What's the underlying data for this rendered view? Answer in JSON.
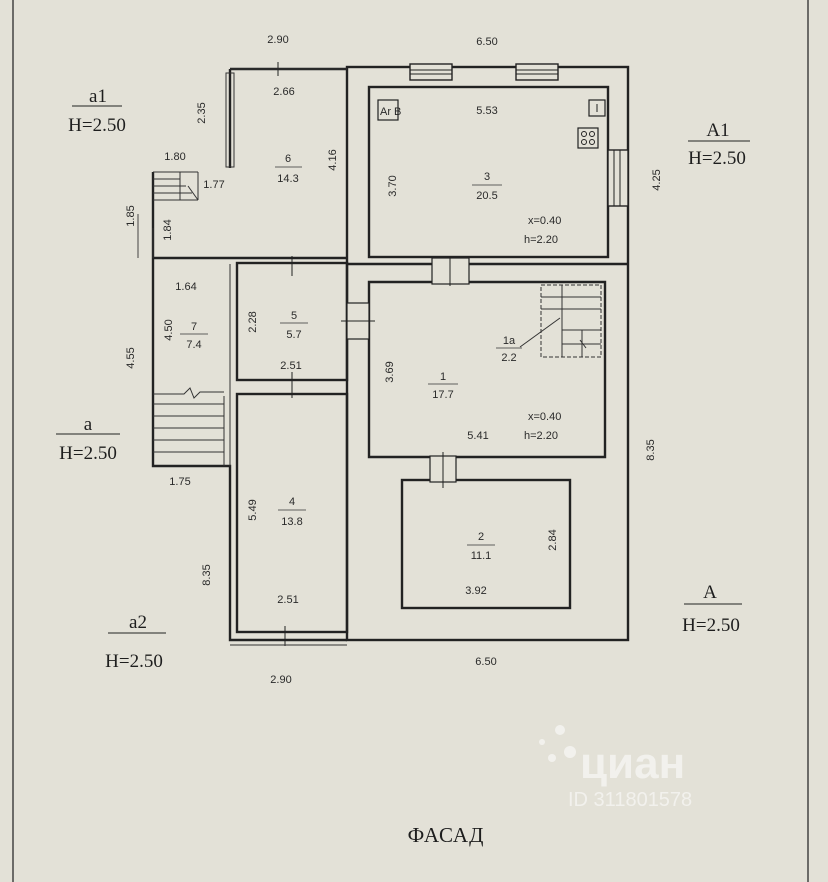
{
  "sheet_title": "ФАСАД",
  "watermark": {
    "brand": "циан",
    "id": "ID 311801578"
  },
  "room_tags": [
    {
      "number": "6",
      "area": "14.3"
    },
    {
      "number": "3",
      "area": "20.5"
    },
    {
      "number": "5",
      "area": "5.7"
    },
    {
      "number": "7",
      "area": "7.4"
    },
    {
      "number": "1a",
      "area": "2.2"
    },
    {
      "number": "1",
      "area": "17.7"
    },
    {
      "number": "4",
      "area": "13.8"
    },
    {
      "number": "2",
      "area": "11.1"
    }
  ],
  "height_notes": [
    {
      "x": "x=0.40",
      "h": "h=2.20"
    },
    {
      "x": "x=0.40",
      "h": "h=2.20"
    }
  ],
  "stove_label": "Ar B",
  "section_marks": [
    {
      "name": "a1",
      "height": "H=2.50"
    },
    {
      "name": "A1",
      "height": "H=2.50"
    },
    {
      "name": "a",
      "height": "H=2.50"
    },
    {
      "name": "A",
      "height": "H=2.50"
    },
    {
      "name": "a2",
      "height": "H=2.50"
    }
  ],
  "dimensions": [
    "2.90",
    "6.50",
    "2.66",
    "2.35",
    "5.53",
    "1.80",
    "1.77",
    "4.16",
    "3.70",
    "4.25",
    "1.85",
    "1.84",
    "1.64",
    "2.28",
    "4.50",
    "4.55",
    "3.69",
    "2.51",
    "5.41",
    "8.35",
    "1.75",
    "5.49",
    "2.84",
    "8.35",
    "3.92",
    "2.51",
    "6.50",
    "2.90"
  ]
}
